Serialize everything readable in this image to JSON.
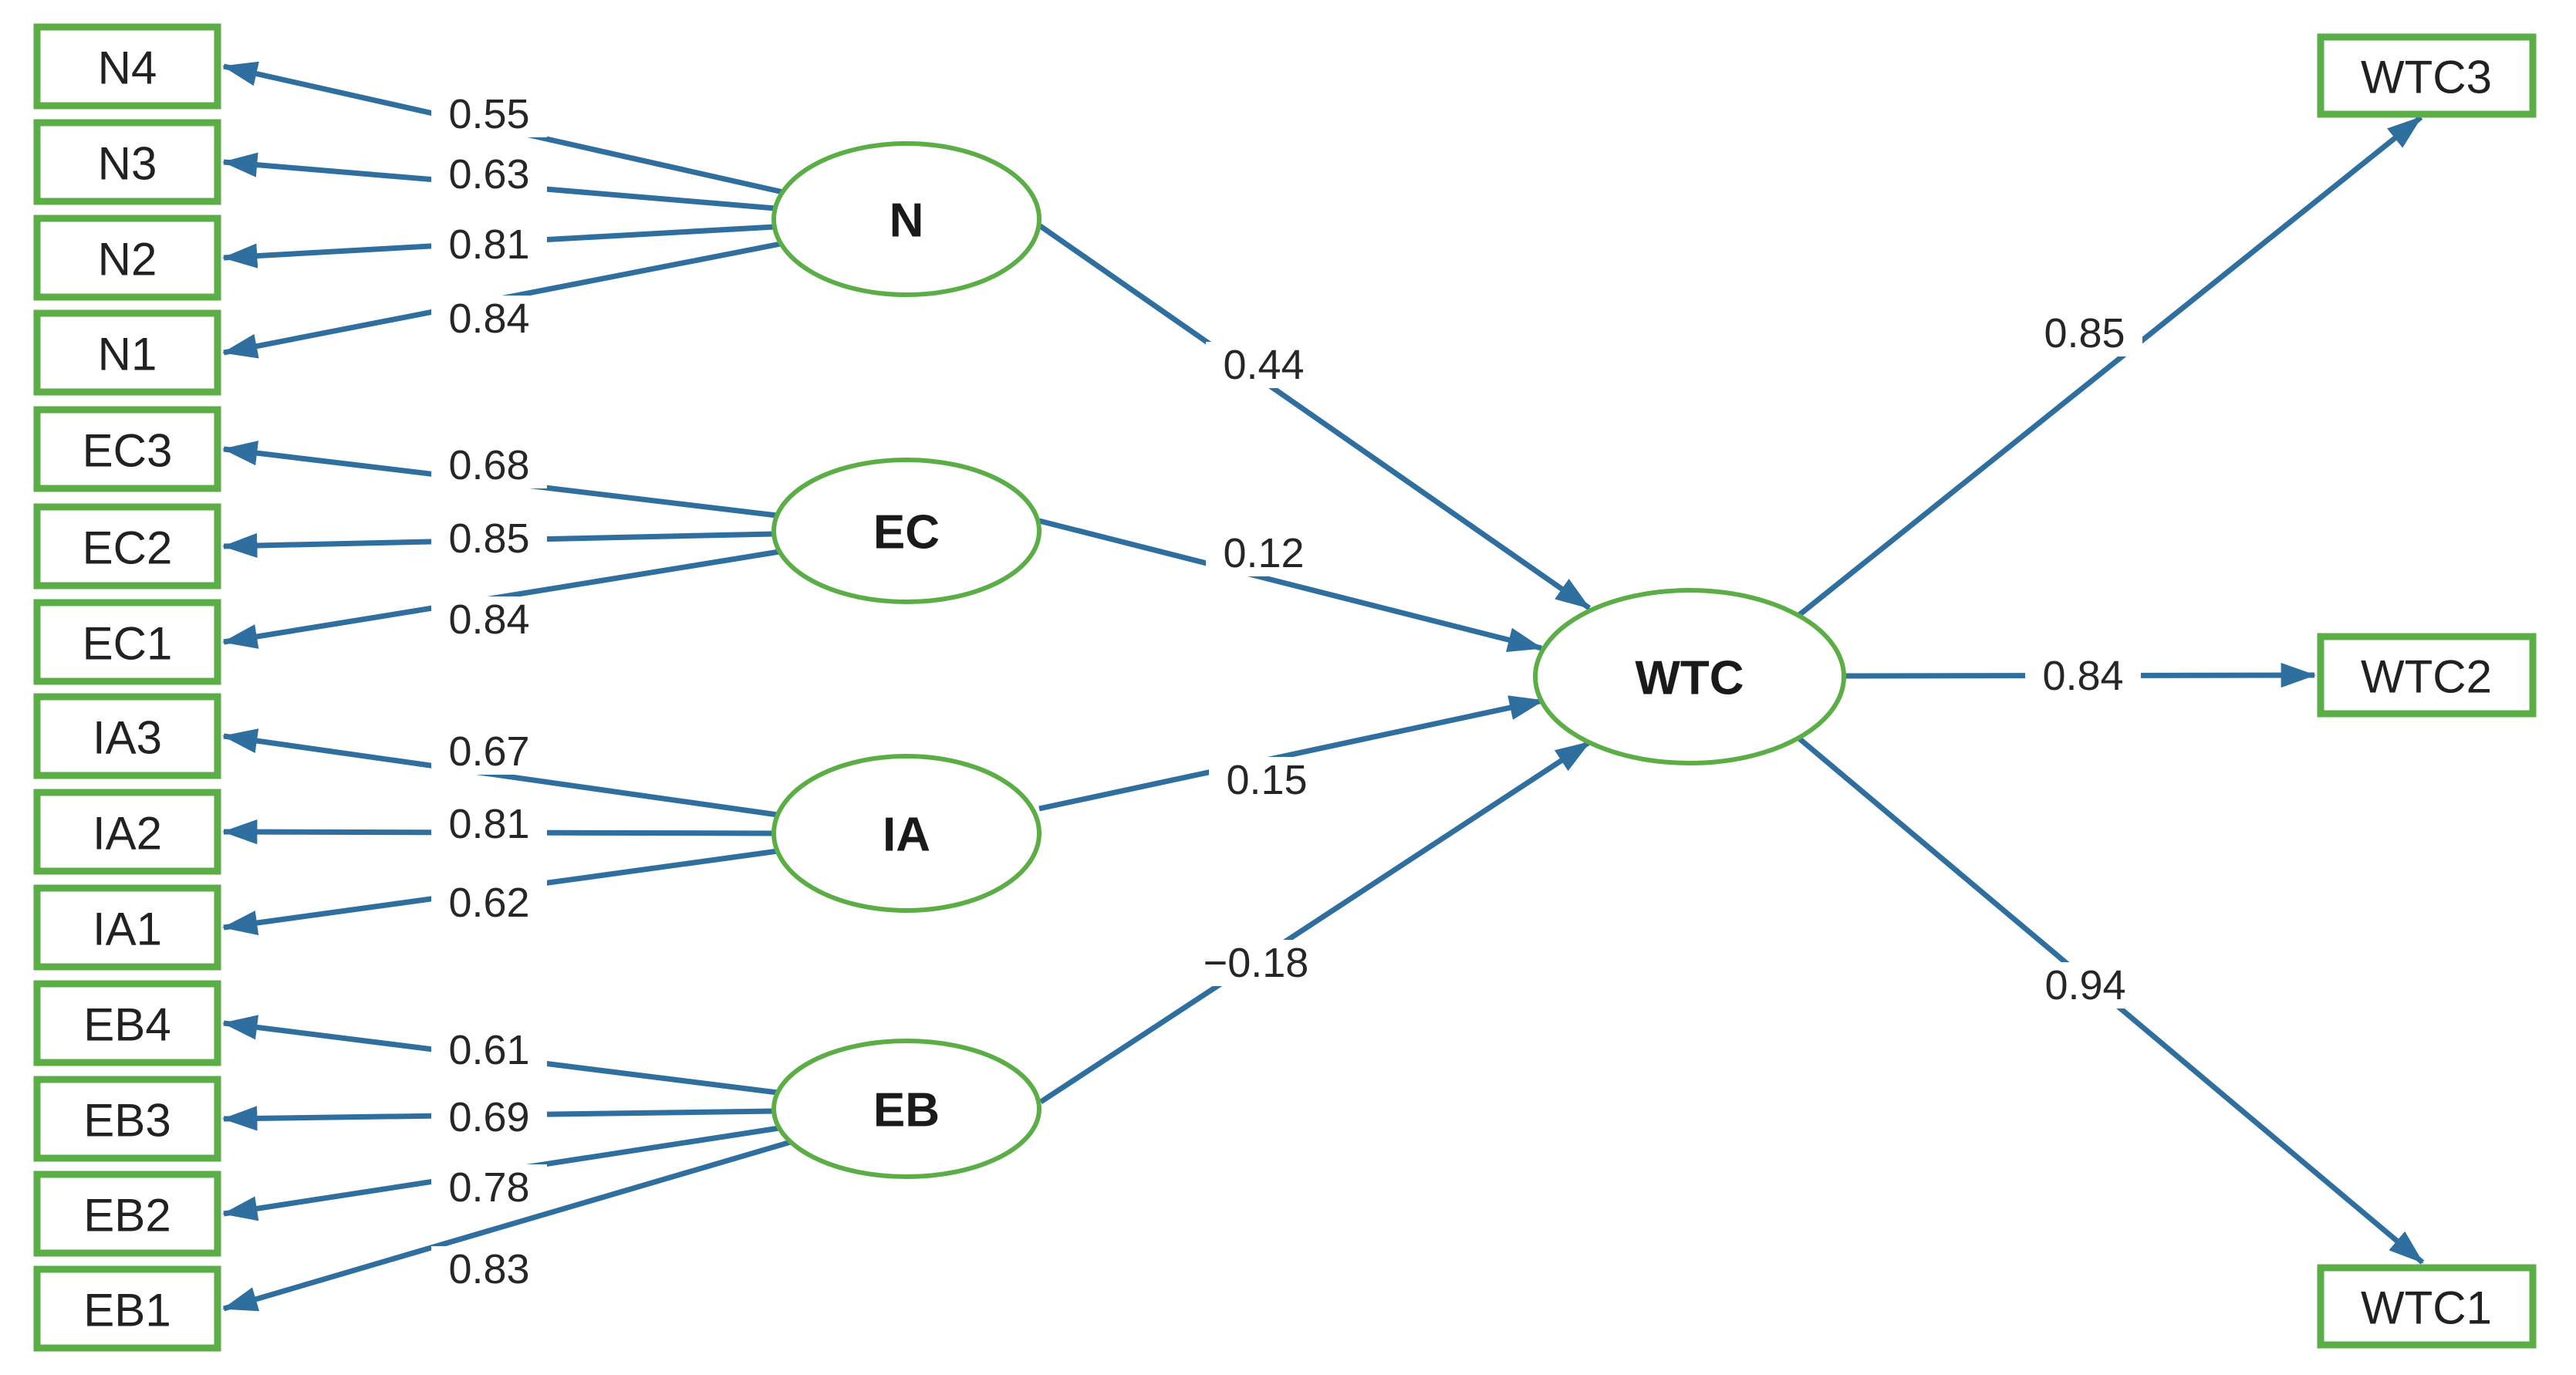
{
  "diagram": {
    "type": "sem-path-diagram",
    "colors": {
      "node_border": "#5BAE46",
      "arrow": "#2F6F9F",
      "text": "#212121",
      "background": "#ffffff"
    },
    "latents": {
      "n": {
        "label": "N"
      },
      "ec": {
        "label": "EC"
      },
      "ia": {
        "label": "IA"
      },
      "eb": {
        "label": "EB"
      },
      "wtc": {
        "label": "WTC"
      }
    },
    "indicators": {
      "n": [
        {
          "label": "N4",
          "loading": "0.55"
        },
        {
          "label": "N3",
          "loading": "0.63"
        },
        {
          "label": "N2",
          "loading": "0.81"
        },
        {
          "label": "N1",
          "loading": "0.84"
        }
      ],
      "ec": [
        {
          "label": "EC3",
          "loading": "0.68"
        },
        {
          "label": "EC2",
          "loading": "0.85"
        },
        {
          "label": "EC1",
          "loading": "0.84"
        }
      ],
      "ia": [
        {
          "label": "IA3",
          "loading": "0.67"
        },
        {
          "label": "IA2",
          "loading": "0.81"
        },
        {
          "label": "IA1",
          "loading": "0.62"
        }
      ],
      "eb": [
        {
          "label": "EB4",
          "loading": "0.61"
        },
        {
          "label": "EB3",
          "loading": "0.69"
        },
        {
          "label": "EB2",
          "loading": "0.78"
        },
        {
          "label": "EB1",
          "loading": "0.83"
        }
      ],
      "wtc": [
        {
          "label": "WTC3",
          "loading": "0.85"
        },
        {
          "label": "WTC2",
          "loading": "0.84"
        },
        {
          "label": "WTC1",
          "loading": "0.94"
        }
      ]
    },
    "paths": [
      {
        "from": "N",
        "to": "WTC",
        "coef": "0.44"
      },
      {
        "from": "EC",
        "to": "WTC",
        "coef": "0.12"
      },
      {
        "from": "IA",
        "to": "WTC",
        "coef": "0.15"
      },
      {
        "from": "EB",
        "to": "WTC",
        "coef": "−0.18"
      }
    ]
  }
}
